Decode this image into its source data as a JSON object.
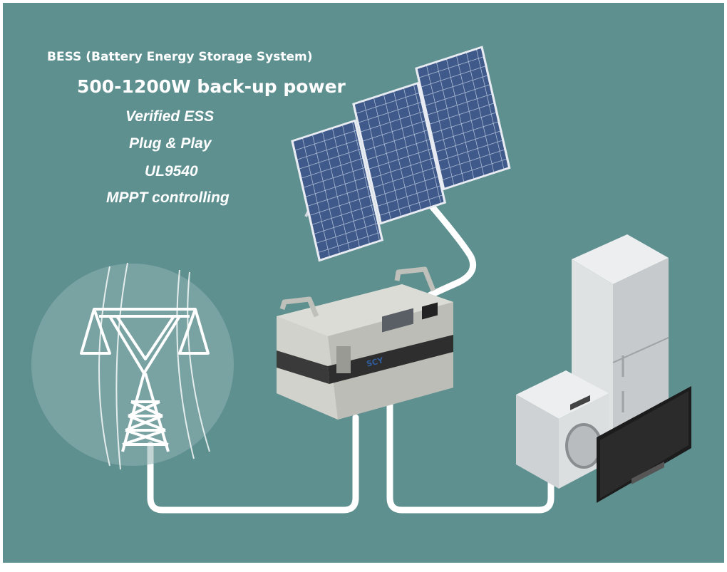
{
  "header": {
    "title": "BESS (Battery Energy Storage System)",
    "subtitle": "500-1200W back-up power"
  },
  "features": [
    "Verified ESS",
    "Plug & Play",
    "UL9540",
    "MPPT controlling"
  ],
  "device": {
    "brand_label": "SCY"
  },
  "colors": {
    "background": "#5e9090",
    "cable": "#ffffff",
    "panel": "#3f5a8a",
    "battery_body": "#c9c9c4",
    "appliance": "#d7dadb"
  },
  "icons": [
    "power-tower-icon",
    "solar-panel-icon",
    "battery-icon",
    "refrigerator-icon",
    "washing-machine-icon",
    "television-icon"
  ]
}
